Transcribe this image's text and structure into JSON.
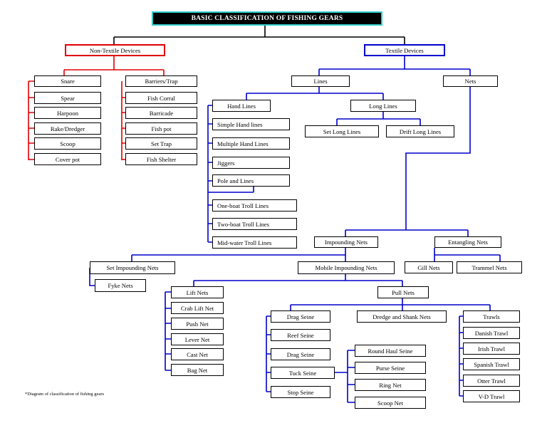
{
  "title": "BASIC CLASSIFICATION OF FISHING GEARS",
  "caption": "*Diagram of classification of fishing gears",
  "colors": {
    "red": "#e00000",
    "blue": "#0000cc",
    "black": "#000000",
    "title_border": "#33cccc"
  },
  "non_textile": {
    "label": "Non-Textile Devices",
    "group1": [
      "Snare",
      "Spear",
      "Harpoon",
      "Rake/Dredger",
      "Scoop",
      "Cover pot"
    ],
    "group2_head": "Barriers/Trap",
    "group2": [
      "Fish Corral",
      "Barricade",
      "Fish pot",
      "Set Trap",
      "Fish Shelter"
    ]
  },
  "textile": {
    "label": "Textile Devices",
    "lines": {
      "label": "Lines",
      "hand_lines": {
        "label": "Hand Lines",
        "items": [
          "Simple Hand lines",
          "Multiple Hand Lines",
          "Jiggers",
          "Pole and Lines"
        ],
        "troll": [
          "One-boat Troll Lines",
          "Two-boat Troll Lines",
          "Mid-water Troll Lines"
        ]
      },
      "long_lines": {
        "label": "Long Lines",
        "items": [
          "Set Long Lines",
          "Drift Long Lines"
        ]
      }
    },
    "nets": {
      "label": "Nets",
      "impounding": {
        "label": "Impounding Nets",
        "set": {
          "label": "Set Impounding Nets",
          "items": [
            "Fyke Nets"
          ]
        },
        "mobile": {
          "label": "Mobile Impounding Nets",
          "lift": {
            "label": "Lift Nets",
            "items": [
              "Crab Lift Net",
              "Push Net",
              "Lever Net",
              "Cast Net",
              "Bag Net"
            ]
          },
          "pull": {
            "label": "Pull Nets",
            "drag": {
              "label": "Drag Seine",
              "items": [
                "Reef Seine",
                "Drag Seine",
                "Tuck Seine",
                "Stop Seine"
              ]
            },
            "tuck_children": [
              "Round Haul Seine",
              "Purse Seine",
              "Ring Net",
              "Scoop Net"
            ],
            "dredge": "Dredge and Shank Nets",
            "trawls": {
              "label": "Trawls",
              "items": [
                "Danish Trawl",
                "Irish Trawl",
                "Spanish Trawl",
                "Otter Trawl",
                "V-D Trawl"
              ]
            }
          }
        }
      },
      "entangling": {
        "label": "Entangling Nets",
        "items": [
          "Gill Nets",
          "Trammel Nets"
        ]
      }
    }
  }
}
